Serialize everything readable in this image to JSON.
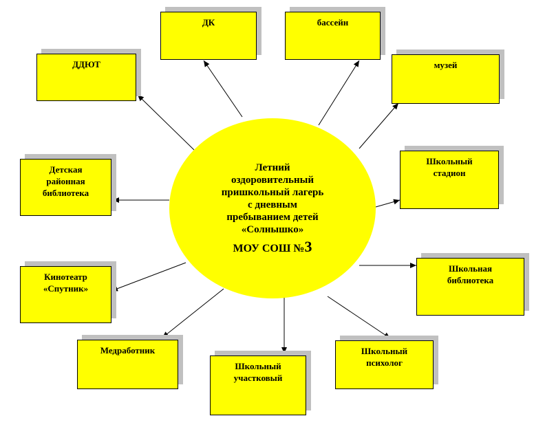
{
  "center": {
    "title": "Летний\nоздоровительный\nпришкольный лагерь\nс дневным\nпребыванием детей\n«Солнышко»",
    "school": "МОУ СОШ №",
    "school_number": "3"
  },
  "nodes": {
    "ddut": "ДДЮТ",
    "dk": "ДК",
    "pool": "бассейн",
    "museum": "музей",
    "district_library": "Детская\nрайонная\nбиблиотека",
    "school_stadium": "Школьный\nстадион",
    "cinema": "Кинотеатр\n«Спутник»",
    "school_library": "Школьная\nбиблиотека",
    "medic": "Медработник",
    "district_officer": "Школьный\nучастковый",
    "psychologist": "Школьный\nпсихолог"
  },
  "colors": {
    "fill": "#ffff00",
    "shadow": "#c0c0c0",
    "stroke": "#000000"
  }
}
